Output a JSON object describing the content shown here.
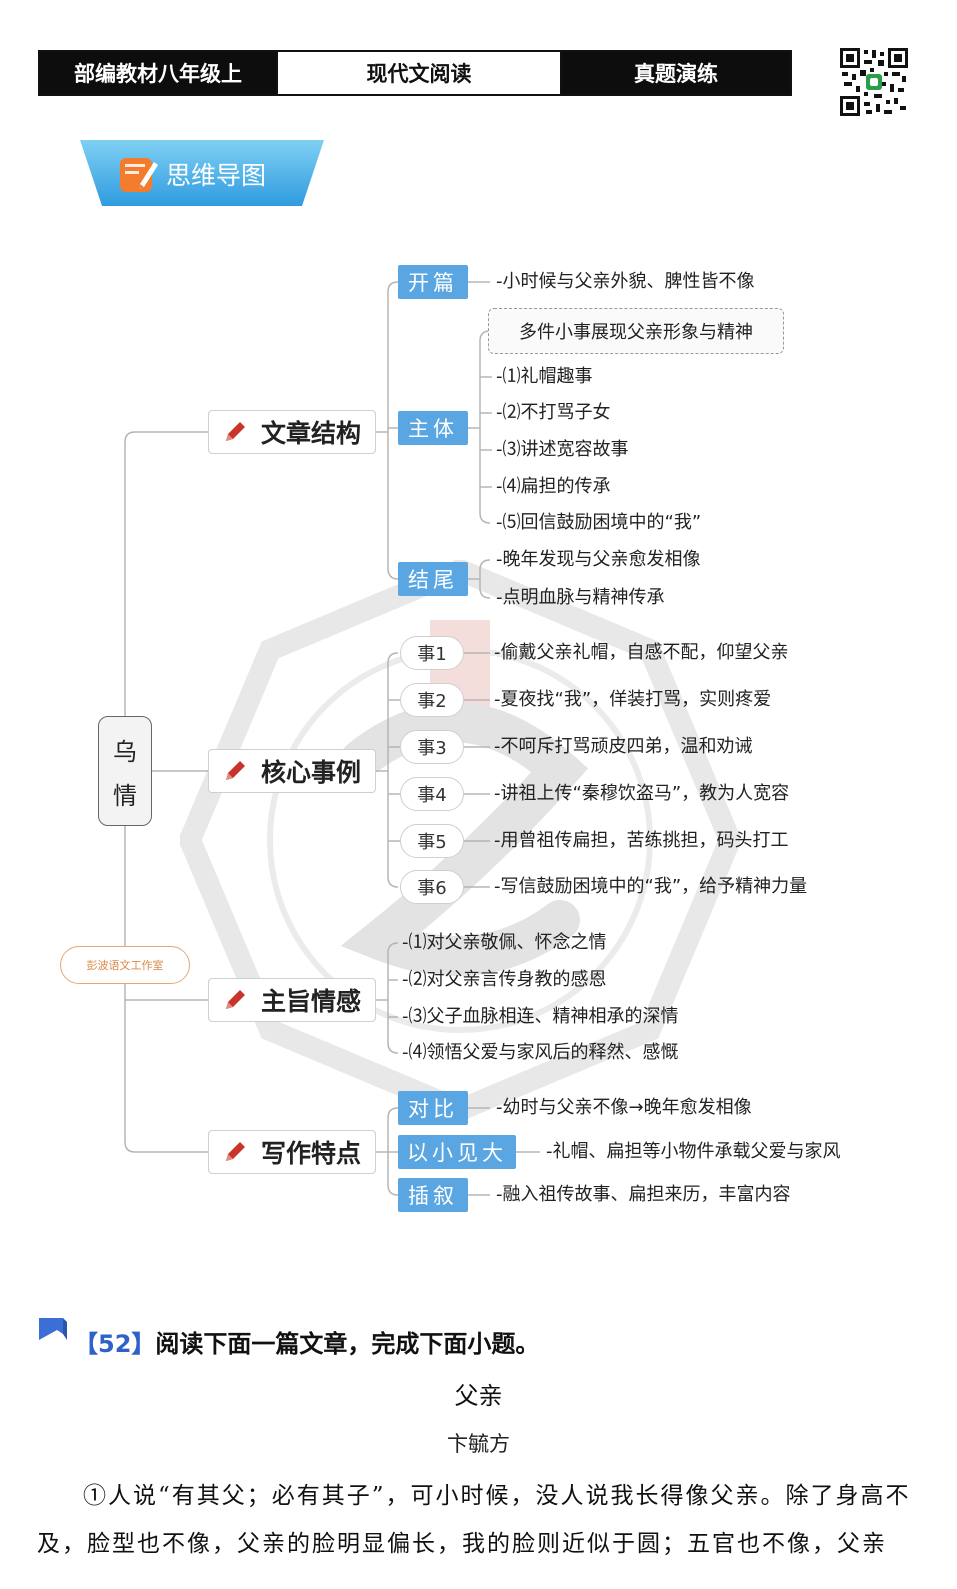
{
  "header": {
    "left": "部编教材八年级上",
    "center": "现代文阅读",
    "right": "真题演练"
  },
  "section_banner": "思维导图",
  "mindmap": {
    "root": [
      "乌",
      "情"
    ],
    "studio_badge": "彭波语文工作室",
    "structure": {
      "label": "文章结构",
      "tags": [
        "开篇",
        "主体",
        "结尾"
      ],
      "opening": "-小时候与父亲外貌、脾性皆不像",
      "body_summary": "多件小事展现父亲形象与精神",
      "body_items": [
        "-⑴礼帽趣事",
        "-⑵不打骂子女",
        "-⑶讲述宽容故事",
        "-⑷扁担的传承",
        "-⑸回信鼓励困境中的“我”"
      ],
      "ending": [
        "-晚年发现与父亲愈发相像",
        "-点明血脉与精神传承"
      ]
    },
    "events": {
      "label": "核心事例",
      "tags": [
        "事1",
        "事2",
        "事3",
        "事4",
        "事5",
        "事6"
      ],
      "items": [
        "-偷戴父亲礼帽，自感不配，仰望父亲",
        "-夏夜找“我”，佯装打骂，实则疼爱",
        "-不呵斥打骂顽皮四弟，温和劝诫",
        "-讲祖上传“秦穆饮盗马”，教为人宽容",
        "-用曾祖传扁担，苦练挑担，码头打工",
        "-写信鼓励困境中的“我”，给予精神力量"
      ]
    },
    "emotion": {
      "label": "主旨情感",
      "items": [
        "-⑴对父亲敬佩、怀念之情",
        "-⑵对父亲言传身教的感恩",
        "-⑶父子血脉相连、精神相承的深情",
        "-⑷领悟父爱与家风后的释然、感慨"
      ]
    },
    "writing": {
      "label": "写作特点",
      "tags": [
        "对比",
        "以小见大",
        "插叙"
      ],
      "items": [
        "-幼时与父亲不像→晚年愈发相像",
        "-礼帽、扁担等小物件承载父爱与家风",
        "-融入祖传故事、扁担来历，丰富内容"
      ]
    }
  },
  "question": {
    "number": "【52】",
    "prompt": "阅读下面一篇文章，完成下面小题。"
  },
  "article": {
    "title": "父亲",
    "author": "卞毓方",
    "paragraph": "①人说“有其父；必有其子”，可小时候，没人说我长得像父亲。除了身高不及，脸型也不像，父亲的脸明显偏长，我的脸则近似于圆；五官也不像，父亲"
  },
  "colors": {
    "tag_blue": "#5aa6e2",
    "banner_blue": "#4fb1e6",
    "pencil_red": "#c8332b",
    "question_blue": "#2f62c8"
  }
}
